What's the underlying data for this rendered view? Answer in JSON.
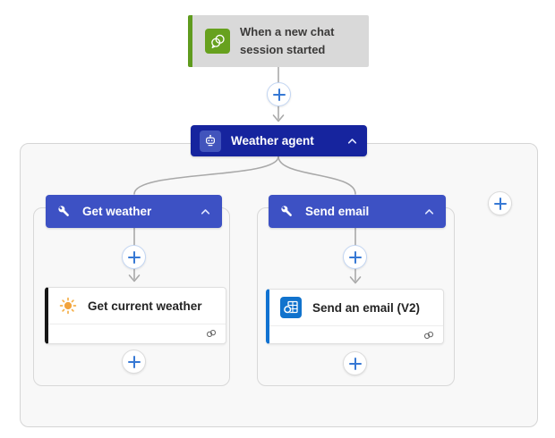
{
  "colors": {
    "trigger-bg": "#d9d9d9",
    "trigger-bar": "#5f9b1e",
    "trigger-icon-bg": "#67a11e",
    "agent-blue": "#16249e",
    "agent-chip": "#4254bc",
    "branch-blue": "#3d51c4",
    "plus-blue": "#3678d4",
    "line-gray": "#a9a9a9",
    "scope-bg": "#f8f8f8",
    "sun-orange": "#f2a33c",
    "outlook-blue": "#1173cd",
    "weather-bar": "#161616",
    "email-bar": "#1072d1"
  },
  "trigger": {
    "title_line1": "When a new chat",
    "title_line2": "session started",
    "icon": "chat-bubbles-icon"
  },
  "agent": {
    "label": "Weather agent",
    "icon": "bot-icon",
    "collapse_icon": "chevron-up-icon"
  },
  "branches": [
    {
      "label": "Get weather",
      "icon": "wrench-icon",
      "collapse_icon": "chevron-up-icon",
      "action": {
        "label": "Get current weather",
        "icon": "sun-icon",
        "footer_icon": "connection-icon"
      }
    },
    {
      "label": "Send email",
      "icon": "wrench-icon",
      "collapse_icon": "chevron-up-icon",
      "action": {
        "label": "Send an email (V2)",
        "icon": "outlook-icon",
        "footer_icon": "connection-icon"
      }
    }
  ],
  "add_buttons": {
    "icon": "plus-icon",
    "count": 6
  }
}
